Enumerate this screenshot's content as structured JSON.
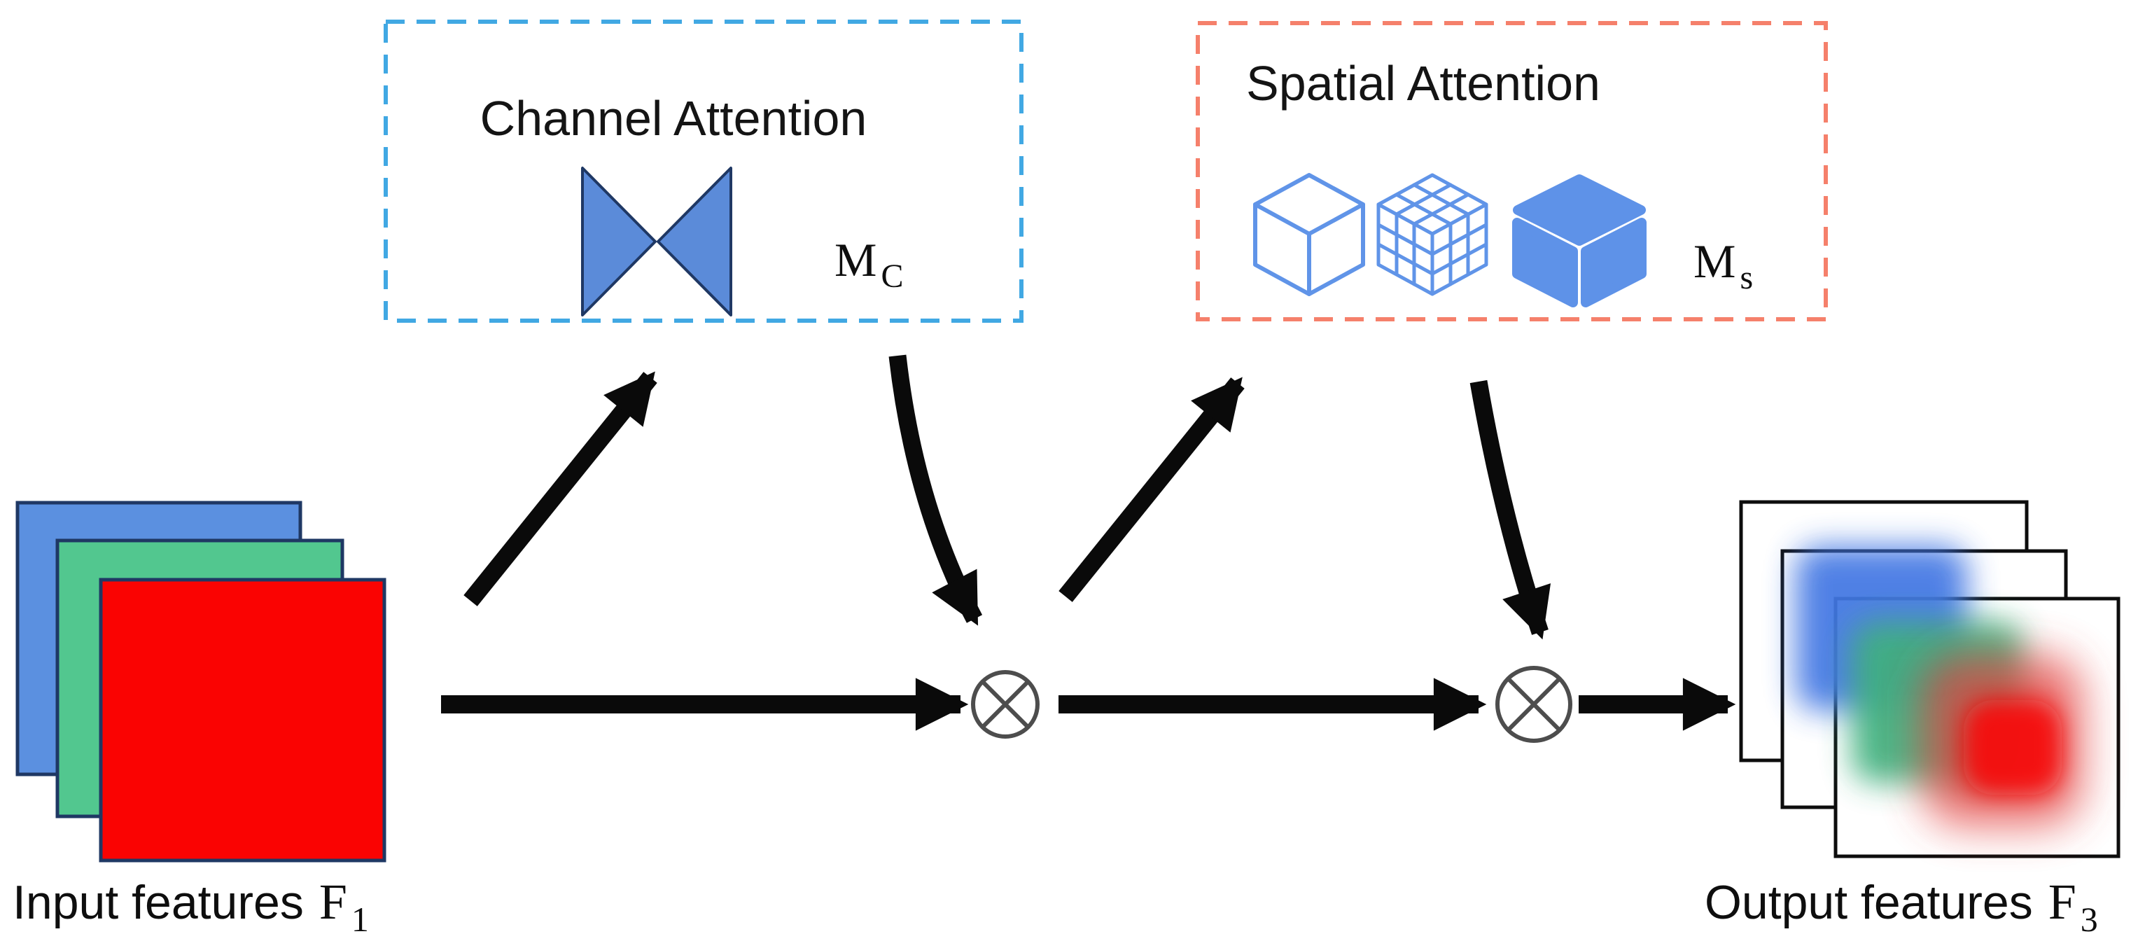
{
  "figure": {
    "channel_attention": {
      "title": "Channel Attention",
      "symbol": "M",
      "symbol_subscript": "C",
      "icon": "bowtie"
    },
    "spatial_attention": {
      "title": "Spatial Attention",
      "symbol": "M",
      "symbol_subscript": "s",
      "icons": [
        "wireframe-cube",
        "grid-cube",
        "solid-cube"
      ]
    },
    "input_features": {
      "caption": "Input features",
      "variable": "F",
      "subscript": "1"
    },
    "output_features": {
      "caption": "Output features",
      "variable": "F",
      "subscript": "3"
    },
    "operators": [
      {
        "name": "elementwise-multiply-1",
        "symbol": "⊗"
      },
      {
        "name": "elementwise-multiply-2",
        "symbol": "⊗"
      }
    ],
    "colors": {
      "channel_border": "#41A8E3",
      "spatial_border": "#F5806B",
      "attention_shape_fill": "#5B8BD9",
      "attention_shape_stroke": "#1F3864",
      "cube_stroke": "#6094E8",
      "solid_cube_fill": "#5E92E8",
      "input_blue": "#5B90E0",
      "input_green": "#52C78F",
      "input_red": "#FA0302",
      "input_stroke": "#1F3864",
      "output_square_stroke": "#0D0D0D",
      "arrow": "#0A0A0A",
      "operator_stroke": "#4D4D4D",
      "blob_blue": "#4377E3",
      "blob_green": "#3FB07E",
      "blob_red": "#E2403C",
      "blob_red_core": "#F50F0B"
    }
  }
}
